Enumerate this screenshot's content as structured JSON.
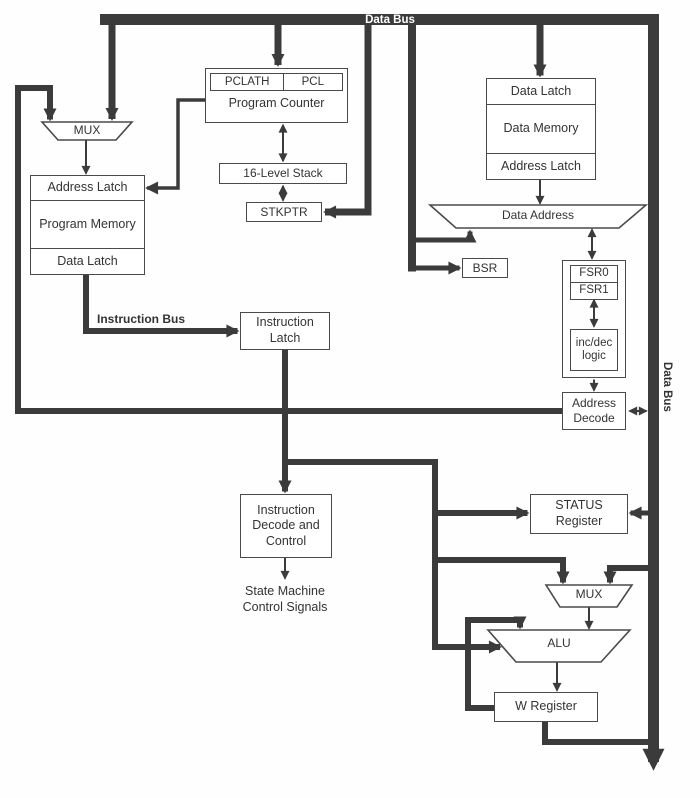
{
  "colors": {
    "wire": "#3b3b3b",
    "box_border": "#4a4a4a",
    "text": "#333333",
    "bus_label": "#ffffff"
  },
  "buses": {
    "top_bus_label": "Data Bus",
    "right_bus_label": "Data Bus",
    "instruction_bus_label": "Instruction Bus"
  },
  "blocks": {
    "pclath": "PCLATH",
    "pcl": "PCL",
    "program_counter": "Program Counter",
    "stack": "16-Level Stack",
    "stkptr": "STKPTR",
    "mux_left": "MUX",
    "program_memory": {
      "top": "Address Latch",
      "middle": "Program Memory",
      "bottom": "Data Latch"
    },
    "instruction_latch": "Instruction Latch",
    "data_memory": {
      "top": "Data Latch",
      "middle": "Data Memory",
      "bottom": "Address Latch"
    },
    "data_address": "Data Address",
    "bsr": "BSR",
    "fsr0": "FSR0",
    "fsr1": "FSR1",
    "inc_dec_logic": "inc/dec logic",
    "address_decode": "Address Decode",
    "instruction_decode": "Instruction Decode and Control",
    "state_machine": "State Machine Control Signals",
    "status_register": "STATUS Register",
    "mux_right": "MUX",
    "alu": "ALU",
    "w_register": "W Register"
  }
}
